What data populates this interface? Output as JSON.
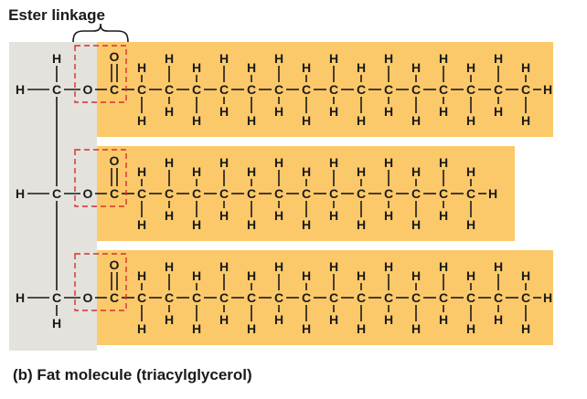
{
  "title": "Ester linkage",
  "caption": "(b) Fat molecule (triacylglycerol)",
  "atoms": {
    "hydrogen": "H",
    "carbon": "C",
    "oxygen": "O"
  },
  "chains": [
    {
      "carbons": 16
    },
    {
      "carbons": 14
    },
    {
      "carbons": 16
    }
  ],
  "colors": {
    "glycerol_band": "#e3e2dc",
    "fatty_acid_band": "#fcc96a",
    "ester_box": "#d62f2f",
    "ink": "#1a1a1a"
  }
}
